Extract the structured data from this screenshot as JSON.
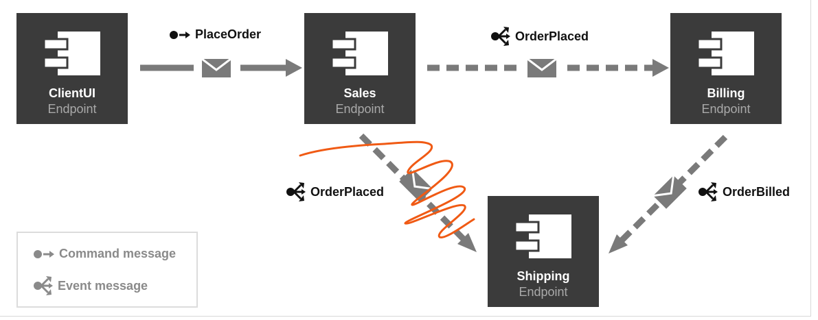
{
  "endpoints": {
    "clientui": {
      "name": "ClientUI",
      "sub": "Endpoint"
    },
    "sales": {
      "name": "Sales",
      "sub": "Endpoint"
    },
    "billing": {
      "name": "Billing",
      "sub": "Endpoint"
    },
    "shipping": {
      "name": "Shipping",
      "sub": "Endpoint"
    }
  },
  "messages": {
    "place_order": "PlaceOrder",
    "order_placed_top": "OrderPlaced",
    "order_placed_bottom": "OrderPlaced",
    "order_billed": "OrderBilled"
  },
  "legend": {
    "command": "Command message",
    "event": "Event message"
  },
  "colors": {
    "endpoint_bg": "#3b3b3b",
    "arrow": "#7a7a7a",
    "scribble": "#f05a14"
  }
}
